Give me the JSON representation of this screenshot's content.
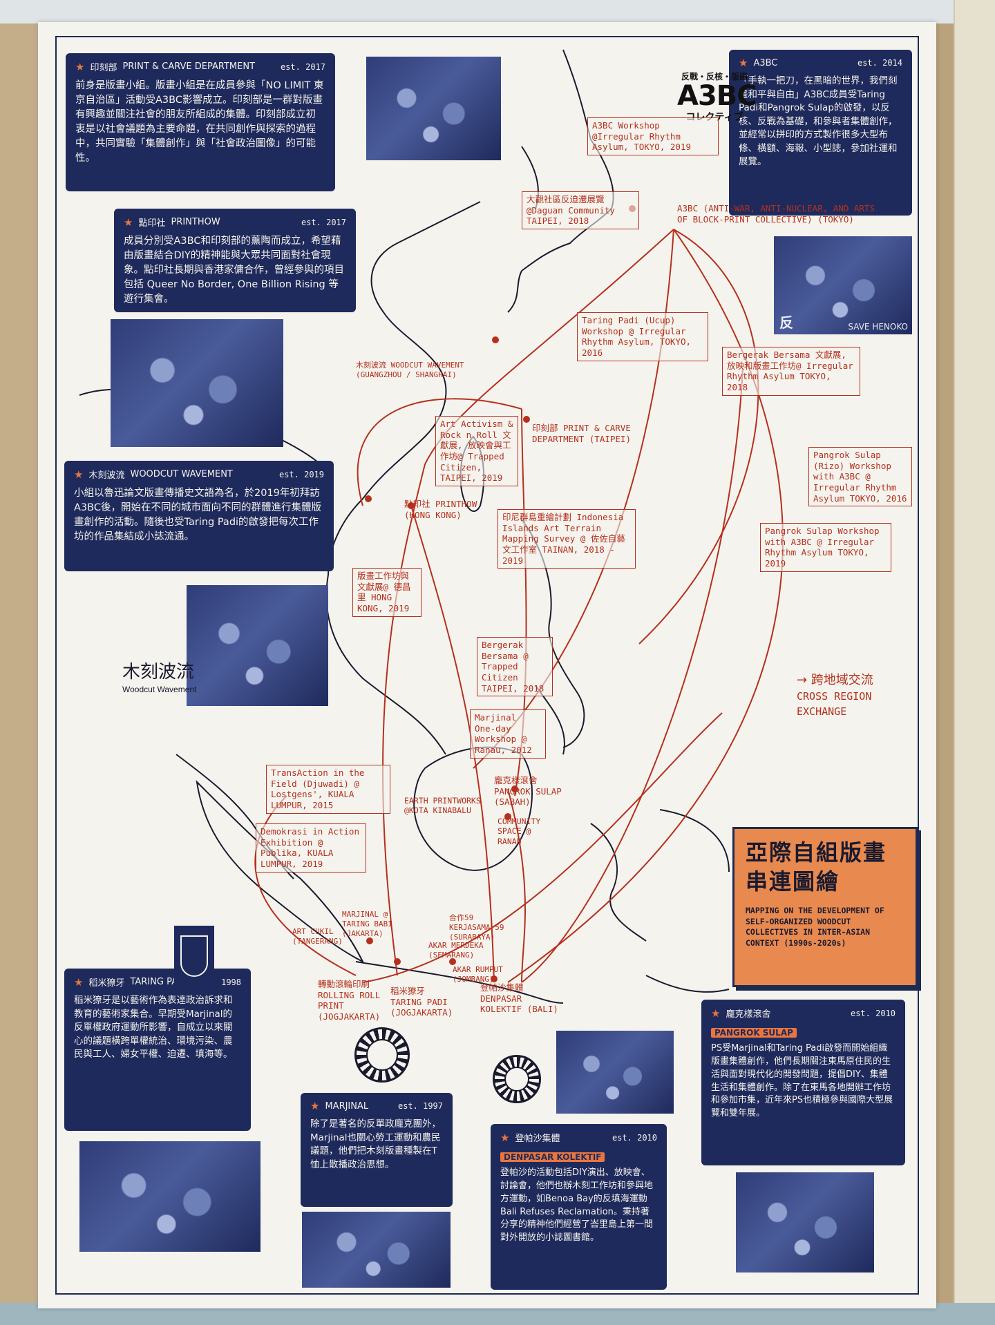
{
  "boxes": {
    "print_carve": {
      "name": "印刻部",
      "en": "PRINT & CARVE DEPARTMENT",
      "est": "est. 2017",
      "body": "前身是版畫小組。版畫小組是在成員參與「NO LIMIT 東京自治區」活動受A3BC影響成立。印刻部是一群對版畫有興趣並關注社會的朋友所組成的集體。印刻部成立初衷是以社會議題為主要命題，在共同創作與探索的過程中，共同實驗「集體創作」與「社會政治圖像」的可能性。"
    },
    "printhow": {
      "name": "點印社",
      "en": "PRINTHOW",
      "est": "est. 2017",
      "body": "成員分別受A3BC和印刻部的薰陶而成立，希望藉由版畫結合DIY的精神能與大眾共同面對社會現象。點印社長期與香港家傭合作，曾經參與的項目包括 Queer No Border, One Billion Rising 等遊行集會。"
    },
    "woodcut": {
      "name": "木刻波流",
      "en": "WOODCUT WAVEMENT",
      "est": "est. 2019",
      "body": "小組以魯迅論文版畫傳播史文語為名，於2019年初拜訪A3BC後，開始在不同的城市面向不同的群體進行集體版畫創作的活動。隨後也受Taring Padi的啟發把每次工作坊的作品集結成小誌流通。"
    },
    "a3bc": {
      "name": "A3BC",
      "en": "",
      "est": "est. 2014",
      "body": "「手執一把刀，在黑暗的世界，我們刻畫和平與自由」A3BC成員受Taring Padi和Pangrok Sulap的啟發，以反核、反戰為基礎，和參與者集體創作，並經常以拼印的方式製作很多大型布條、橫額、海報、小型誌，參加社運和展覽。"
    },
    "taring_padi": {
      "name": "稻米獠牙",
      "en": "TARING PADI",
      "est": "est. 1998",
      "body": "稻米獠牙是以藝術作為表達政治訴求和教育的藝術家集合。早期受Marjinal的反單權政府運動所影響，自成立以來關心的議題橫跨單權統治、環境污染、農民與工人、婦女平權、迫遷、填海等。"
    },
    "marjinal": {
      "name": "MARJINAL",
      "en": "",
      "est": "est. 1997",
      "body": "除了是著名的反單政龐克團外，Marjinal也關心勞工運動和農民議題，他們把木刻版畫種製在T恤上散播政治思想。"
    },
    "denpasar": {
      "name": "登帕沙集體",
      "en": "DENPASAR KOLEKTIF",
      "est": "est. 2010",
      "body": "登帕沙的活動包括DIY演出、放映會、討論會，他們也辦木刻工作坊和參與地方運動，如Benoa Bay的反填海運動 Bali Refuses Reclamation。秉持著分享的精神他們經營了峇里島上第一間對外開放的小誌圖書館。"
    },
    "pangrok": {
      "name": "龐克樣滾舍",
      "en": "PANGROK SULAP",
      "est": "est. 2010",
      "body": "PS受Marjinal和Taring Padi啟發而開始組織版畫集體創作，他們長期關注東馬原住民的生活與面對現代化的開發問題，提倡DIY、集體生活和集體創作。除了在東馬各地開辦工作坊和參加市集，近年來PS也積極參與國際大型展覽和雙年展。"
    }
  },
  "map_labels": {
    "a3bc_workshop_top": "A3BC Workshop @Irregular Rhythm Asylum, TOKYO, 2019",
    "daguan": "大觀社區反迫遷展覽 @Daguan Community TAIPEI, 2018",
    "a3bc_tokyo": "A3BC (ANTI-WAR, ANTI-NUCLEAR, AND ARTS OF BLOCK-PRINT COLLECTIVE) (TOKYO)",
    "taring_irregular": "Taring Padi (Ucup) Workshop @ Irregular Rhythm Asylum, TOKYO, 2016",
    "bergerak_tokyo": "Bergerak Bersama 文獻展, 放映和版畫工作坊@ Irregular Rhythm Asylum TOKYO, 2018",
    "woodcut_wavement": "木刻波流 WOODCUT WAVEMENT (GUANGZHOU / SHANGHAI)",
    "art_activism": "Art Activism & Rock n Roll 文獻展, 放映會與工作坊@ Trapped Citizen, TAIPEI, 2019",
    "print_carve_taipei": "印刻部 PRINT & CARVE DEPARTMENT (TAIPEI)",
    "pangrok_rizo": "Pangrok Sulap (Rizo) Workshop with A3BC @ Irregular Rhythm Asylum TOKYO, 2016",
    "printhow_hk": "點印社 PRINTHOW (HONG KONG)",
    "indonesia_islands": "印尼群島重繪計劃 Indonesia Islands Art Terrain Mapping Survey @ 佐佐自藝文工作室 TAINAN, 2018 - 2019",
    "pangrok_workshop_a3bc": "Pangrok Sulap Workshop with A3BC @ Irregular Rhythm Asylum TOKYO, 2019",
    "hk_workshop": "版畫工作坊與文獻展@ 德昌里 HONG KONG, 2019",
    "bergerak_taipei": "Bergerak Bersama @ Trapped Citizen TAIPEI, 2018",
    "marjinal_ranau": "Marjinal One-day Workshop @ Ranau, 2012",
    "transaction": "TransAction in the Field (Djuwadi) @ Lostgens', KUALA LUMPUR, 2015",
    "pangrok_sabah": "龐克樣滾舍 PANGROK SULAP (SABAH)",
    "earth_printworks": "EARTH PRINTWORKS @KOTA KINABALU",
    "community_space": "COMMUNITY SPACE @ RANAU",
    "demokrasi": "Demokrasi in Action Exhibition @ Publika, KUALA LUMPUR, 2019",
    "marjinal_taring_babi": "MARJINAL @ TARING BABI (JAKARTA)",
    "art_cukil": "ART CUKIL (TANGERANG)",
    "kerjasama": "合作59 KERJASAMA 59 (SURABAYA)",
    "akar_merdeka": "AKAR MERDEKA (SEMARANG)",
    "akar_rumput": "AKAR RUMPUT (JOMBANG)",
    "rolling_roll": "轉動滾輪印刷 ROLLING ROLL PRINT (JOGJAKARTA)",
    "taring_padi_jogja": "稻米獠牙 TARING PADI (JOGJAKARTA)",
    "denpasar_bali": "登帕沙集體 DENPASAR KOLEKTIF (BALI)"
  },
  "title": {
    "zh_line1": "亞際自組版畫",
    "zh_line2": "串連圖繪",
    "en": "MAPPING ON THE DEVELOPMENT OF SELF-ORGANIZED WOODCUT COLLECTIVES IN INTER-ASIAN CONTEXT (1990s-2020s)"
  },
  "logo": {
    "top": "反戰・反核・版画",
    "big": "A3BC",
    "kana": "コレクティブ"
  },
  "woodcut_caption": {
    "zh": "木刻波流",
    "en": "Woodcut Wavement"
  },
  "cross_region": {
    "zh": "→ 跨地域交流",
    "en1": "CROSS REGION",
    "en2": "EXCHANGE"
  },
  "photo_text": {
    "save_henoko": "SAVE HENOKO",
    "fan": "反"
  },
  "colors": {
    "navy": "#1f2a5c",
    "red": "#b5301c",
    "orange": "#e8894f",
    "paper": "#f4f3ee"
  }
}
